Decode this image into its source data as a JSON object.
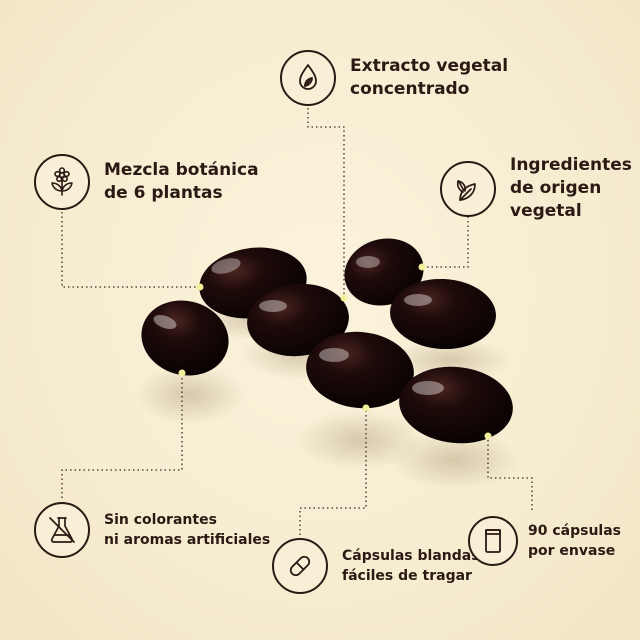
{
  "features": [
    {
      "id": "extract",
      "icon": "oil-drop-leaf-icon",
      "lines": [
        "Extracto vegetal",
        "concentrado"
      ]
    },
    {
      "id": "blend",
      "icon": "flower-icon",
      "lines": [
        "Mezcla botánica",
        "de 6 plantas"
      ]
    },
    {
      "id": "origin",
      "icon": "leaves-icon",
      "lines": [
        "Ingredientes",
        "de origen",
        "vegetal"
      ]
    },
    {
      "id": "no-additives",
      "icon": "crossed-flask-icon",
      "lines": [
        "Sin colorantes",
        "ni aromas artificiales"
      ]
    },
    {
      "id": "softgel",
      "icon": "capsule-icon",
      "lines": [
        "Cápsulas blandas",
        "fáciles de tragar"
      ]
    },
    {
      "id": "count",
      "icon": "container-icon",
      "lines": [
        "90 cápsulas",
        "por envase"
      ]
    }
  ]
}
